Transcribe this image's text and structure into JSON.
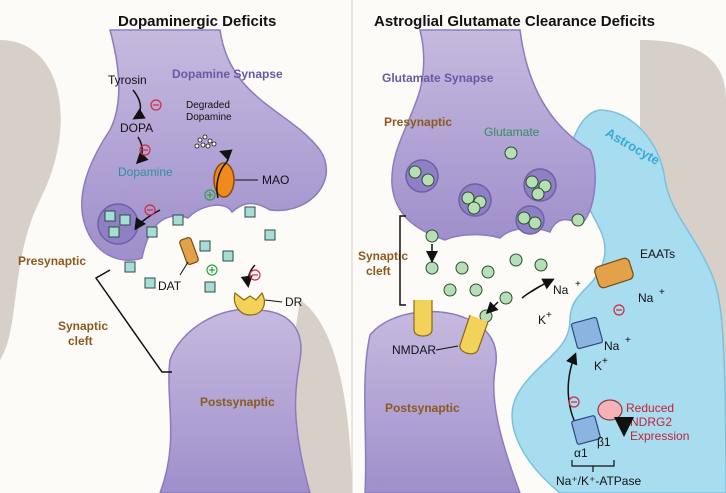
{
  "left_panel": {
    "title": "Dopaminergic Deficits",
    "synapse": "Dopamine Synapse",
    "tyrosin": "Tyrosin",
    "dopa": "DOPA",
    "dopamine": "Dopamine",
    "degraded_line1": "Degraded",
    "degraded_line2": "Dopamine",
    "mao": "MAO",
    "presynaptic": "Presynaptic",
    "dat": "DAT",
    "dr": "DR",
    "cleft_line1": "Synaptic",
    "cleft_line2": "cleft",
    "postsynaptic": "Postsynaptic"
  },
  "right_panel": {
    "title": "Astroglial Glutamate Clearance Deficits",
    "synapse": "Glutamate Synapse",
    "presynaptic": "Presynaptic",
    "glutamate": "Glutamate",
    "astrocyte": "Astrocyte",
    "cleft_line1": "Synaptic",
    "cleft_line2": "cleft",
    "eaats": "EAATs",
    "na": "Na",
    "k": "K",
    "plus": "+",
    "nmdar": "NMDAR",
    "postsynaptic": "Postsynaptic",
    "reduced_line1": "Reduced",
    "reduced_line2": "NDRG2",
    "reduced_line3": "Expression",
    "alpha1": "α1",
    "beta1": "β1",
    "atpase": "Na⁺/K⁺-ATPase"
  },
  "colors": {
    "neuron": "#b3a5d6",
    "astrocyte": "#a8dcef",
    "glutamate": "#b5e0b5",
    "dopamine": "#a8ddd5",
    "inhibit": "#d4283c",
    "activate": "#2ea24a"
  }
}
